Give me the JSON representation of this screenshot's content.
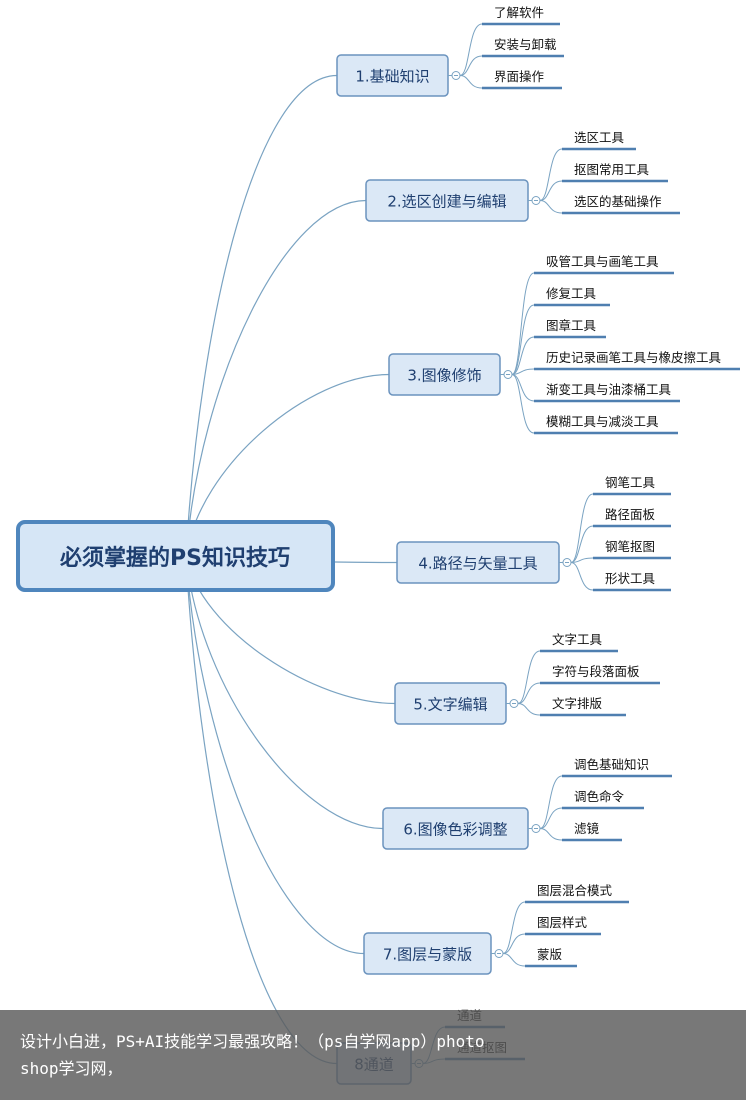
{
  "colors": {
    "central_fill": "#d6e6f6",
    "central_border": "#4f86bd",
    "central_text": "#1f3f70",
    "branch_fill": "#dbe8f6",
    "branch_border": "#6b93be",
    "branch_text": "#1f3f70",
    "connector": "#7aa3c2",
    "leaf_underline": "#4f7fb0",
    "leaf_text": "#111111"
  },
  "mindmap": {
    "central": "必须掌握的PS知识技巧",
    "branches": [
      {
        "title": "1.基础知识",
        "items": [
          "了解软件",
          "安装与卸载",
          "界面操作"
        ]
      },
      {
        "title": "2.选区创建与编辑",
        "items": [
          "选区工具",
          "抠图常用工具",
          "选区的基础操作"
        ]
      },
      {
        "title": "3.图像修饰",
        "items": [
          "吸管工具与画笔工具",
          "修复工具",
          "图章工具",
          "历史记录画笔工具与橡皮擦工具",
          "渐变工具与油漆桶工具",
          "模糊工具与减淡工具"
        ]
      },
      {
        "title": "4.路径与矢量工具",
        "items": [
          "钢笔工具",
          "路径面板",
          "钢笔抠图",
          "形状工具"
        ]
      },
      {
        "title": "5.文字编辑",
        "items": [
          "文字工具",
          "字符与段落面板",
          "文字排版"
        ]
      },
      {
        "title": "6.图像色彩调整",
        "items": [
          "调色基础知识",
          "调色命令",
          "滤镜"
        ]
      },
      {
        "title": "7.图层与蒙版",
        "items": [
          "图层混合模式",
          "图层样式",
          "蒙版"
        ]
      },
      {
        "title": "8通道",
        "items": [
          "通道",
          "通道抠图"
        ]
      }
    ]
  },
  "caption": {
    "line1": "设计小白进，PS+AI技能学习最强攻略！（ps自学网app）photo",
    "line2": "shop学习网，"
  }
}
